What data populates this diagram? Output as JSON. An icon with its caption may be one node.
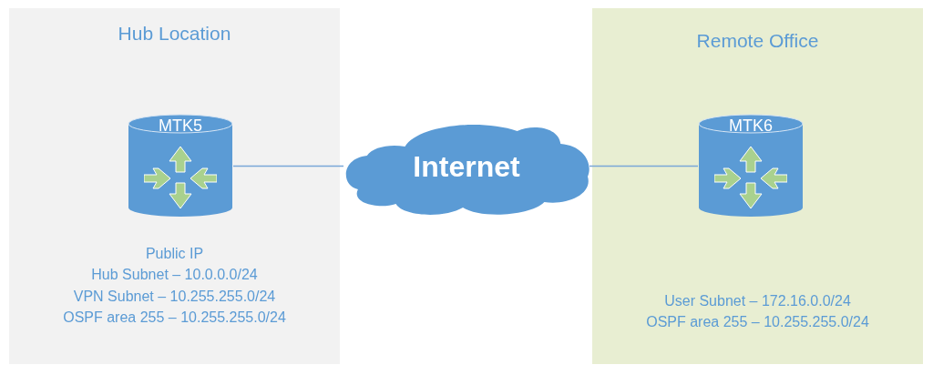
{
  "diagram": {
    "nodes": [
      {
        "text": [
          "Hub Location",
          "Public IP",
          "Hub Subnet – 10.0.0.0/24",
          "VPN Subnet – 10.255.255.0/24",
          "OSPF area 255 – 10.255.255.0/24"
        ]
      },
      {
        "text": [
          "MTK5"
        ],
        "in": 0
      },
      {
        "text": [
          "Internet"
        ]
      },
      {
        "text": [
          "Remote Office",
          "User Subnet – 172.16.0.0/24",
          "OSPF area 255 – 10.255.255.0/24"
        ]
      },
      {
        "text": [
          "MTK6"
        ],
        "in": 3
      }
    ],
    "edges": [
      {
        "from": 1,
        "to": 2,
        "arrow": "none"
      },
      {
        "from": 2,
        "to": 4,
        "arrow": "none"
      }
    ]
  }
}
